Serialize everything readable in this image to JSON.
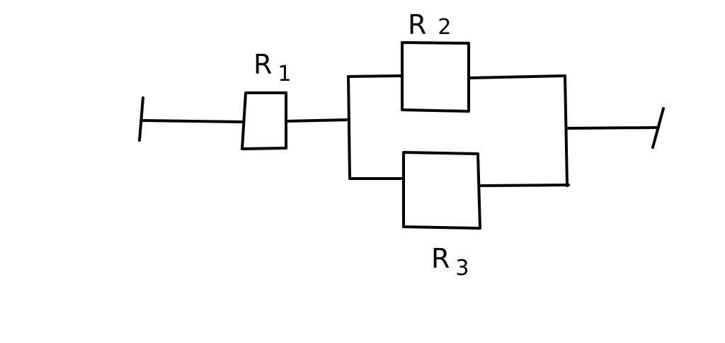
{
  "labels": {
    "r1": {
      "letter": "R",
      "index": "1"
    },
    "r2": {
      "letter": "R",
      "index": "2"
    },
    "r3": {
      "letter": "R",
      "index": "3"
    }
  },
  "colors": {
    "ink": "#000000",
    "background": "#ffffff"
  }
}
